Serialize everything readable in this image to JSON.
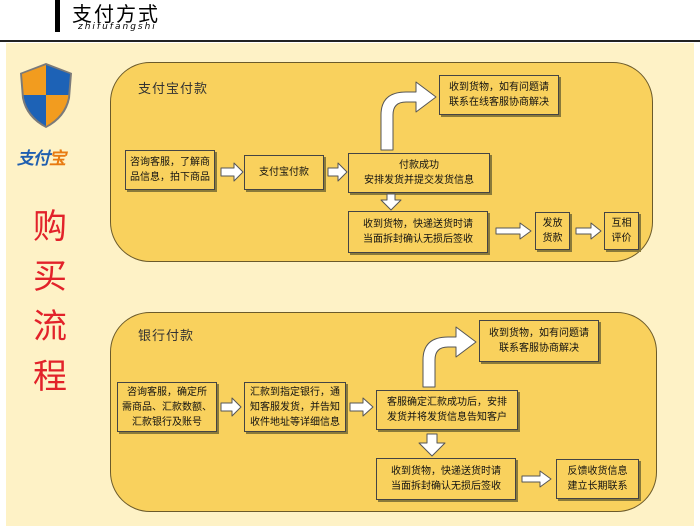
{
  "header": {
    "title": "支付方式",
    "subtitle": "zhifufangshi"
  },
  "logo": {
    "part1": "支付",
    "part2": "宝"
  },
  "vertical_title": [
    "购",
    "买",
    "流",
    "程"
  ],
  "alipay": {
    "title": "支付宝付款",
    "consult": "咨询客服，了解商\n品信息，拍下商品",
    "pay": "支付宝付款",
    "success": "付款成功\n安排发货并提交发货信息",
    "problem": "收到货物，如有问题请\n联系在线客服协商解决",
    "receive": "收到货物，快递送货时请\n当面拆封确认无损后签收",
    "release": "发放\n货款",
    "review": "互相\n评价"
  },
  "bank": {
    "title": "银行付款",
    "consult": "咨询客服，确定所\n需商品、汇款数额、\n汇款银行及账号",
    "remit": "汇款到指定银行，通\n知客服发货，并告知\n收件地址等详细信息",
    "confirm": "客服确定汇款成功后，安排\n发货并将发货信息告知客户",
    "problem": "收到货物，如有问题请\n联系客服协商解决",
    "receive": "收到货物，快递送货时请\n当面拆封确认无损后签收",
    "feedback": "反馈收货信息\n建立长期联系"
  }
}
